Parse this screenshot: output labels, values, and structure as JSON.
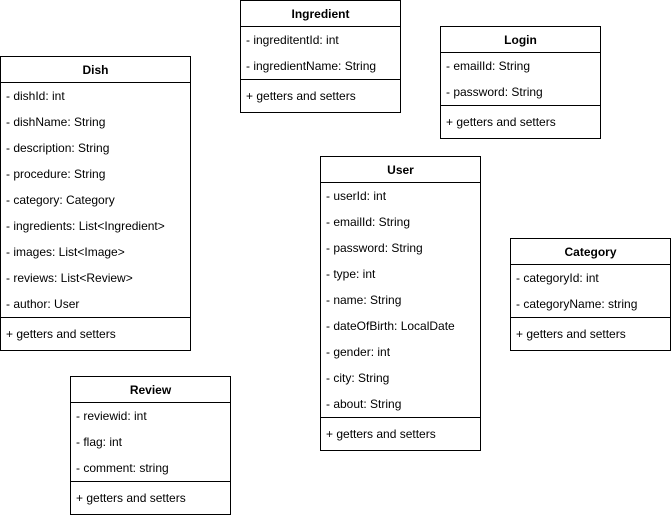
{
  "classes": {
    "ingredient": {
      "name": "Ingredient",
      "attributes": [
        "- ingreditentId: int",
        "- ingredientName: String"
      ],
      "methods": [
        "+ getters and setters"
      ]
    },
    "login": {
      "name": "Login",
      "attributes": [
        "- emailId: String",
        "- password: String"
      ],
      "methods": [
        "+ getters and setters"
      ]
    },
    "dish": {
      "name": "Dish",
      "attributes": [
        "- dishId: int",
        "- dishName: String",
        "- description: String",
        "- procedure: String",
        "- category: Category",
        "- ingredients: List<Ingredient>",
        "- images: List<Image>",
        "- reviews: List<Review>",
        "- author: User"
      ],
      "methods": [
        "+ getters and setters"
      ]
    },
    "user": {
      "name": "User",
      "attributes": [
        "- userId: int",
        "- emailId: String",
        "- password: String",
        "- type: int",
        "- name: String",
        "- dateOfBirth: LocalDate",
        "- gender: int",
        "- city: String",
        "- about: String"
      ],
      "methods": [
        "+ getters and setters"
      ]
    },
    "category": {
      "name": "Category",
      "attributes": [
        "- categoryId: int",
        "- categoryName: string"
      ],
      "methods": [
        "+ getters and setters"
      ]
    },
    "review": {
      "name": "Review",
      "attributes": [
        "- reviewid: int",
        "- flag: int",
        "- comment: string"
      ],
      "methods": [
        "+ getters and setters"
      ]
    }
  }
}
